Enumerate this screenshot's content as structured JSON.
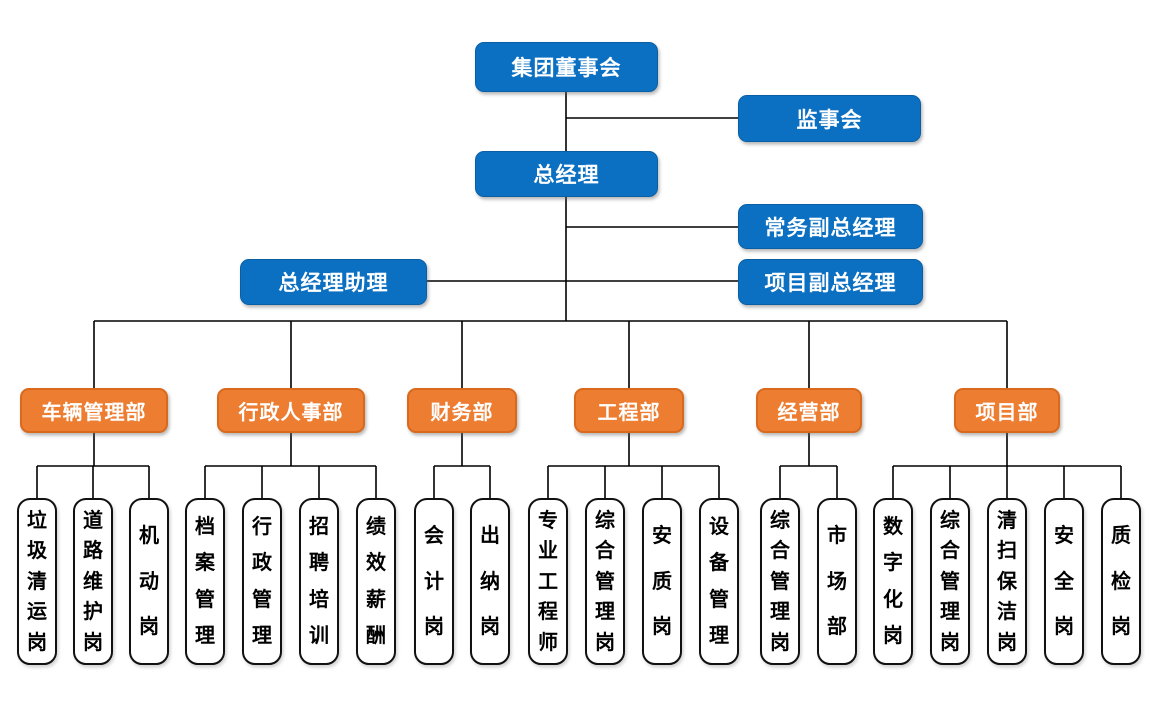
{
  "palette": {
    "node_blue": "#0c70c2",
    "node_blue_border": "#0a5fa4",
    "node_orange": "#ec7d31",
    "node_orange_border": "#d9691c",
    "post_fill": "#ffffff",
    "post_border": "#111111",
    "connector": "#000000",
    "node_text": "#ffffff",
    "post_text": "#000000"
  },
  "executive": {
    "board": "集团董事会",
    "supervisory_board": "监事会",
    "general_manager": "总经理",
    "executive_deputy_gm": "常务副总经理",
    "project_deputy_gm": "项目副总经理",
    "gm_assistant": "总经理助理"
  },
  "departments": [
    {
      "label": "车辆管理部",
      "posts": [
        "垃圾清运岗",
        "道路维护岗",
        "机动岗"
      ]
    },
    {
      "label": "行政人事部",
      "posts": [
        "档案管理",
        "行政管理",
        "招聘培训",
        "绩效薪酬"
      ]
    },
    {
      "label": "财务部",
      "posts": [
        "会计岗",
        "出纳岗"
      ]
    },
    {
      "label": "工程部",
      "posts": [
        "专业工程师",
        "综合管理岗",
        "安质岗",
        "设备管理"
      ]
    },
    {
      "label": "经营部",
      "posts": [
        "综合管理岗",
        "市场部"
      ]
    },
    {
      "label": "项目部",
      "posts": [
        "数字化岗",
        "综合管理岗",
        "清扫保洁岗",
        "安全岗",
        "质检岗"
      ]
    }
  ]
}
